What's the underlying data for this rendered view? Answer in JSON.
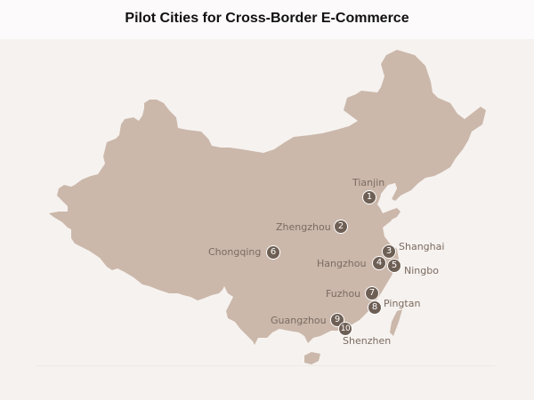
{
  "title": "Pilot Cities for Cross-Border E-Commerce",
  "colors": {
    "land": "#cbb8ab",
    "background": "#f6f2ef",
    "marker_fill": "#6e5f55",
    "marker_border": "#ffffff",
    "label_text": "#7b6b61"
  },
  "map": {
    "region": "China",
    "cities": [
      {
        "num": "1",
        "name": "Tianjin"
      },
      {
        "num": "2",
        "name": "Zhengzhou"
      },
      {
        "num": "3",
        "name": "Shanghai"
      },
      {
        "num": "4",
        "name": "Hangzhou"
      },
      {
        "num": "5",
        "name": "Ningbo"
      },
      {
        "num": "6",
        "name": "Chongqing"
      },
      {
        "num": "7",
        "name": "Fuzhou"
      },
      {
        "num": "8",
        "name": "Pingtan"
      },
      {
        "num": "9",
        "name": "Guangzhou"
      },
      {
        "num": "10",
        "name": "Shenzhen"
      }
    ]
  }
}
